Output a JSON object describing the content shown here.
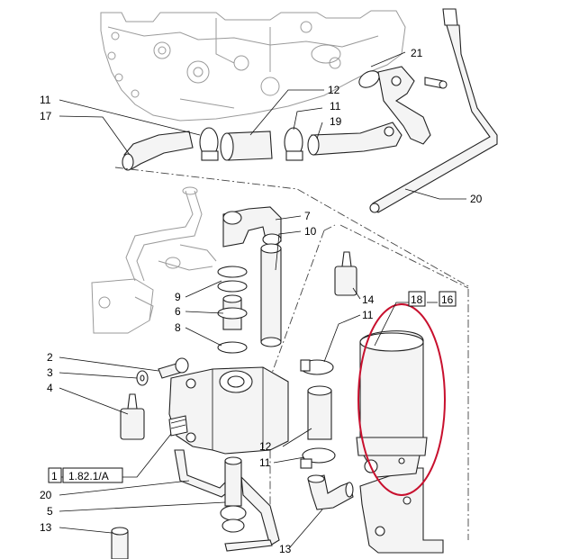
{
  "callouts": {
    "c21": "21",
    "c11a": "11",
    "c17": "17",
    "c12a": "12",
    "c11b": "11",
    "c19": "19",
    "c20a": "20",
    "c7": "7",
    "c10": "10",
    "c9": "9",
    "c6": "6",
    "c8": "8",
    "c14": "14",
    "c18": "18",
    "c16": "16",
    "c11c": "11",
    "c2": "2",
    "c3": "3",
    "c4": "4",
    "c12b": "12",
    "c11d": "11",
    "c1": "1",
    "ref": "1.82.1/A",
    "c20b": "20",
    "c5": "5",
    "c13a": "13",
    "c13b": "13"
  },
  "colors": {
    "highlight": "#c8102e",
    "ink": "#222222",
    "ghost": "#9a9a9a"
  }
}
